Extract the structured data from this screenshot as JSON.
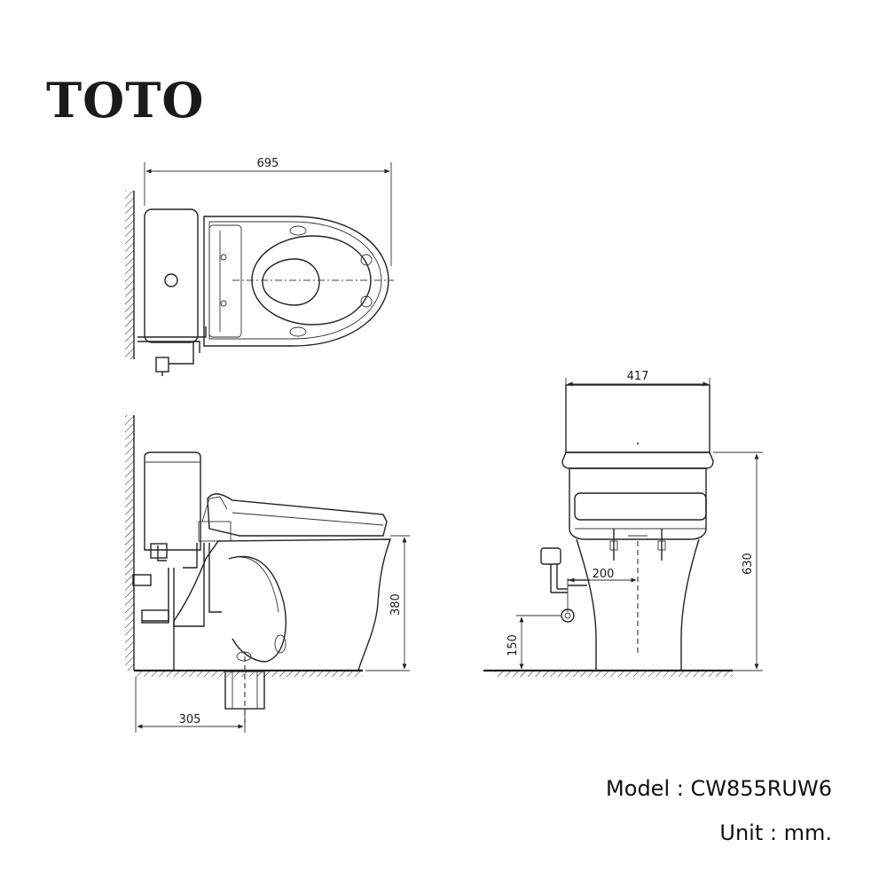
{
  "brand": {
    "logo_text": "TOTO"
  },
  "dimensions": {
    "top_view_length": "695",
    "front_view_width": "417",
    "front_view_height": "630",
    "side_view_seat_height": "380",
    "rough_in": "305",
    "supply_offset": "200",
    "supply_height": "150"
  },
  "notes": {
    "model": "Model : CW855RUW6",
    "unit": "Unit : mm."
  }
}
